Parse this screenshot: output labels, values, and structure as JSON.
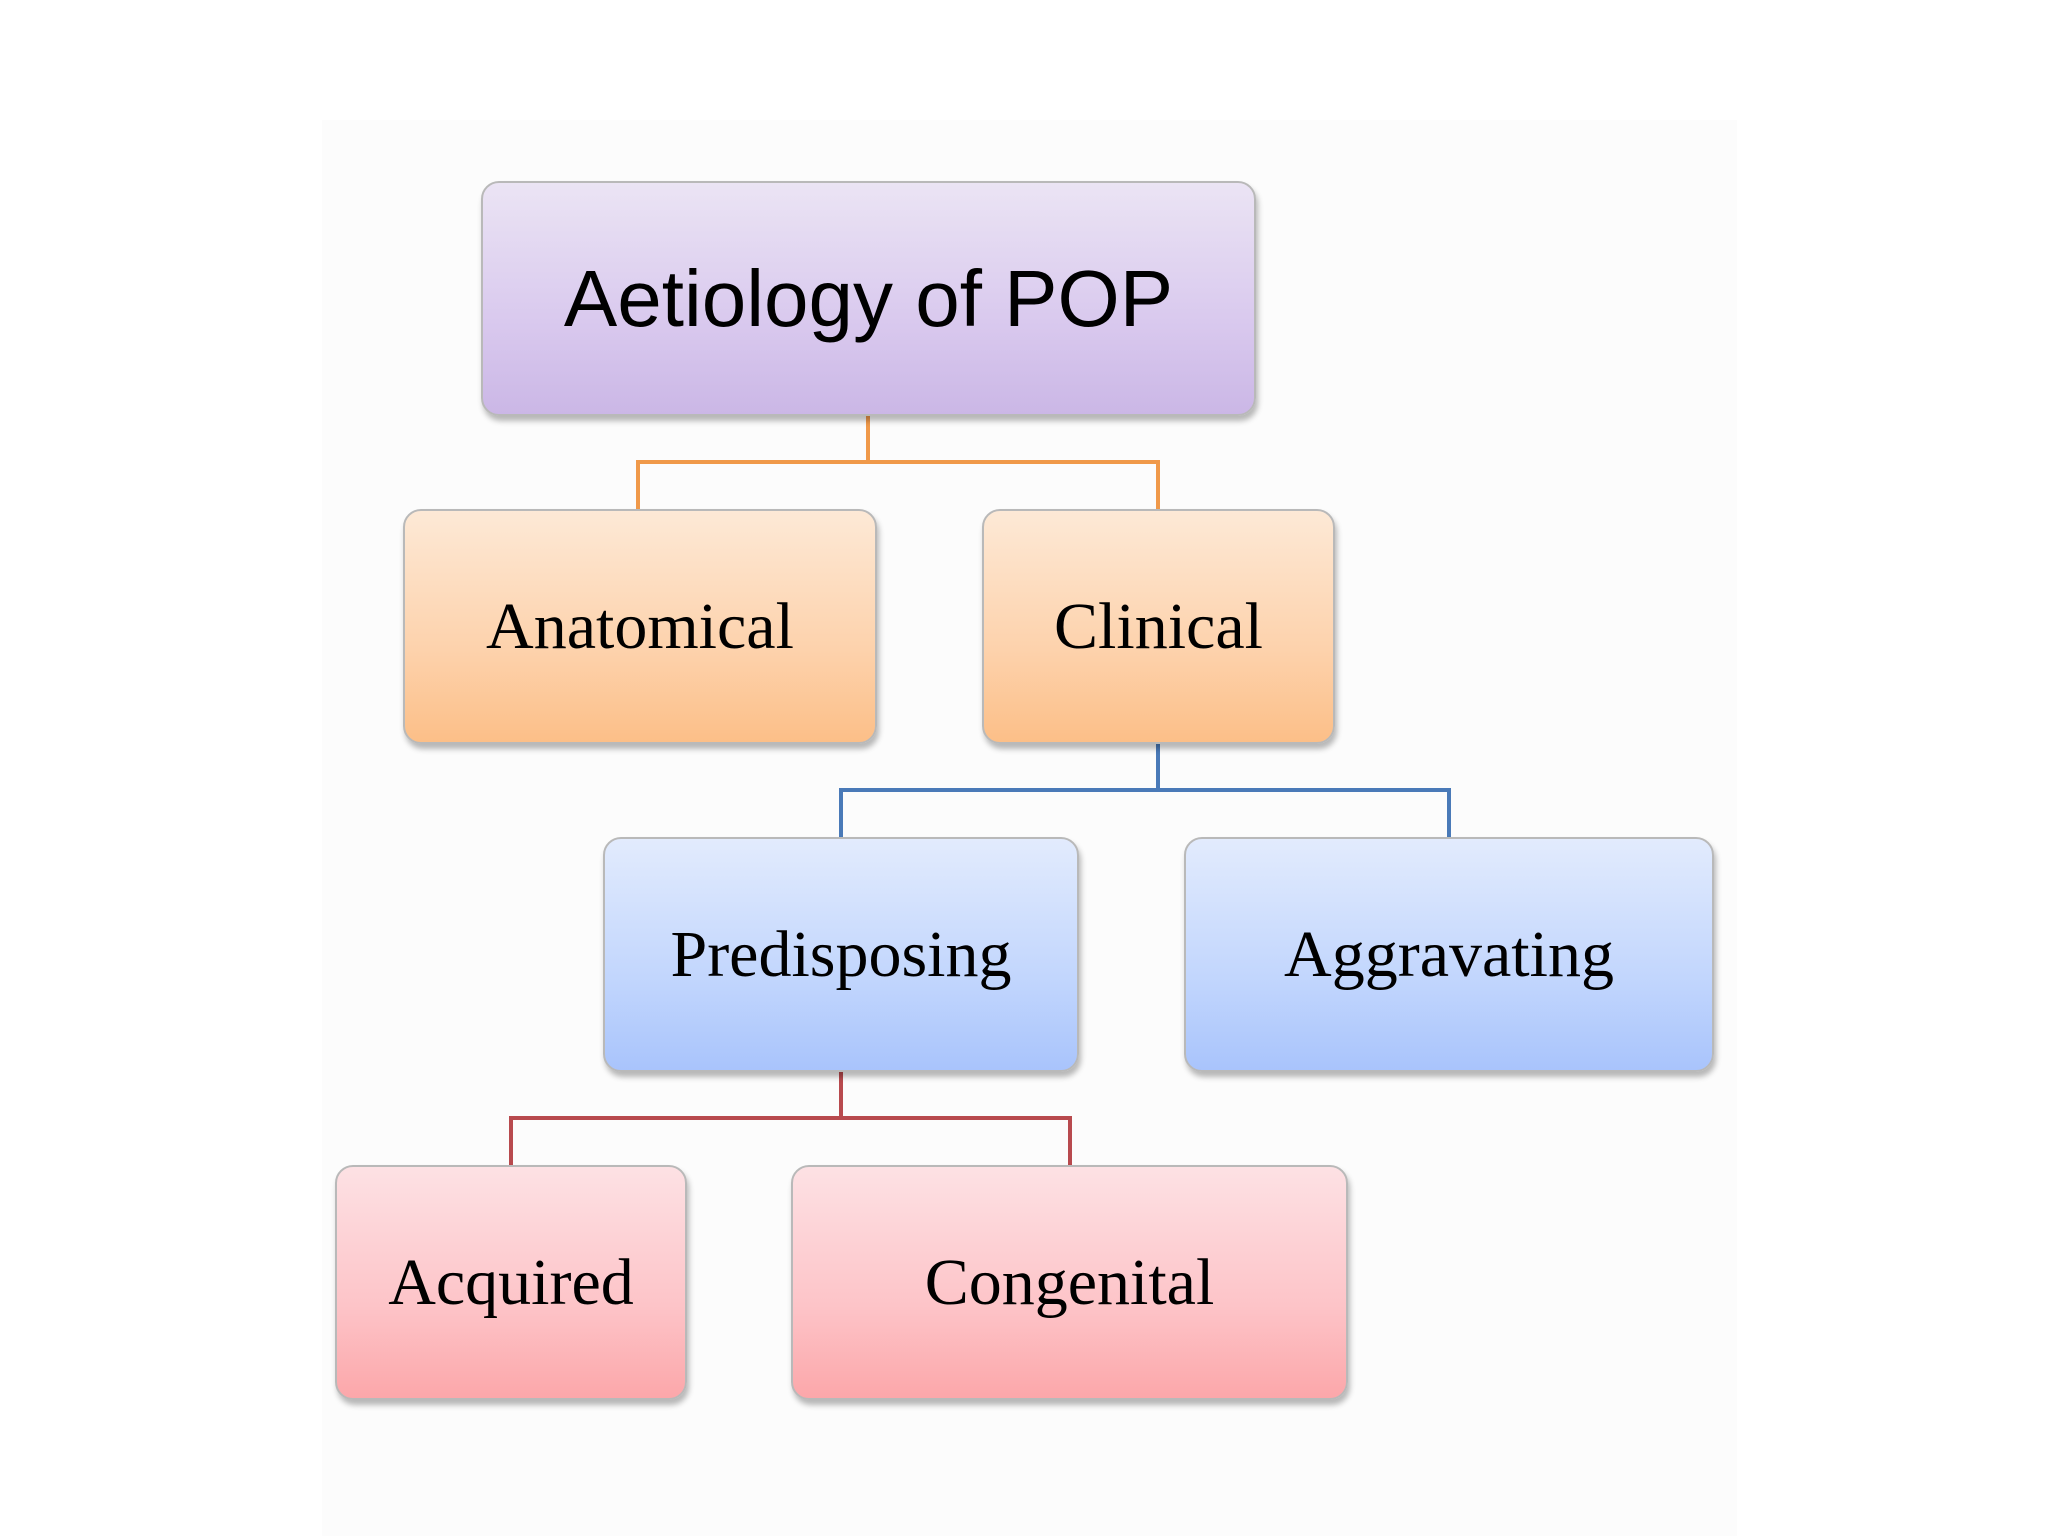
{
  "diagram": {
    "root": {
      "label": "Aetiology of POP"
    },
    "level1": [
      {
        "label": "Anatomical"
      },
      {
        "label": "Clinical"
      }
    ],
    "level2": [
      {
        "label": "Predisposing"
      },
      {
        "label": "Aggravating"
      }
    ],
    "level3": [
      {
        "label": "Acquired"
      },
      {
        "label": "Congenital"
      }
    ],
    "colors": {
      "root_fill": "#d9c9ee",
      "level1_fill": "#fdd2ac",
      "level1_connector": "#f0994a",
      "level2_fill": "#c2d6fd",
      "level2_connector": "#4a7ab8",
      "level3_fill": "#fdc4c8",
      "level3_connector": "#b84a4e"
    }
  }
}
